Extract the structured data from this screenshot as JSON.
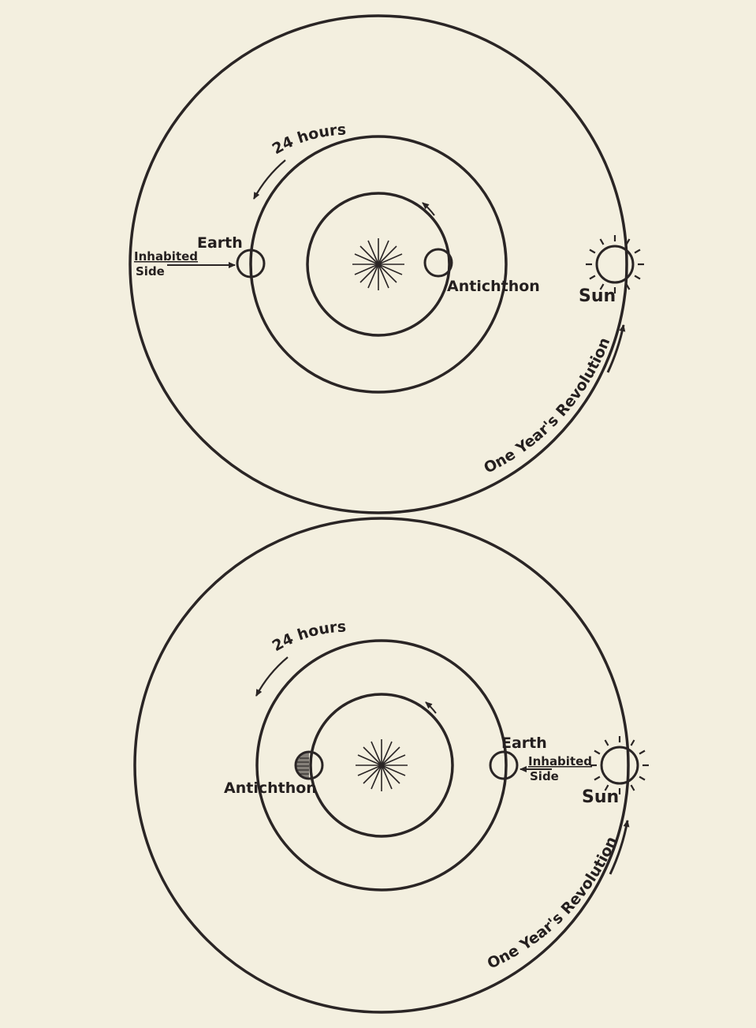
{
  "diagrams": [
    {
      "daily_label": "24 hours",
      "year_label": "One Year's Revolution",
      "earth_label": "Earth",
      "antichthon_label": "Antichthon",
      "sun_label": "Sun",
      "inhabited_label_1": "Inhabited",
      "inhabited_label_2": "Side"
    },
    {
      "daily_label": "24 hours",
      "year_label": "One Year's Revolution",
      "earth_label": "Earth",
      "antichthon_label": "Antichthon",
      "sun_label": "Sun",
      "inhabited_label_1": "Inhabited",
      "inhabited_label_2": "Side"
    }
  ],
  "colors": {
    "paper": "#f3efdf",
    "ink": "#2a2525"
  }
}
